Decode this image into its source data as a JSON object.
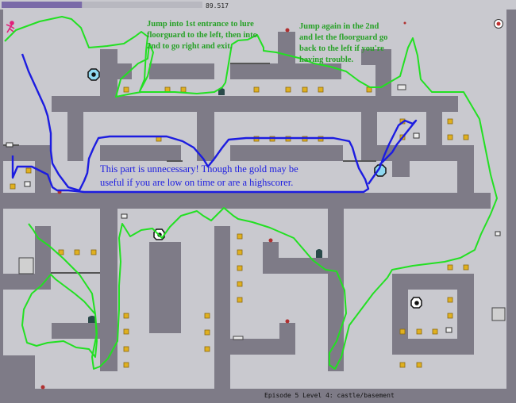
{
  "hud": {
    "time_value": "89.517",
    "time_fraction": 0.4
  },
  "annotations": {
    "note1": "Jump into 1st entrance to lure\nfloorguard to the left, then into\n2nd to go right and exit.",
    "note2": "Jump again in the 2nd\nand let the floorguard go\nback to the left if you're\nhaving trouble.",
    "note3": "This part is unnecessary!  Though the gold may be\nuseful if you are low on time or are a highscorer."
  },
  "footer": {
    "level_label": "Episode 5 Level 4: castle/basement"
  },
  "colors": {
    "background": "#c9c9cf",
    "wall": "#7e7b87",
    "gold": "#e0b020",
    "player": "#e0207a",
    "route_green": "#22e022",
    "route_blue": "#1c1ce0",
    "note_green": "#27a127"
  },
  "icons": [
    "ninja-player-icon",
    "exit-door-icon",
    "exit-switch-icon",
    "drone-icon",
    "floorguard-icon",
    "mine-icon",
    "gold-icon",
    "launchpad-icon"
  ]
}
